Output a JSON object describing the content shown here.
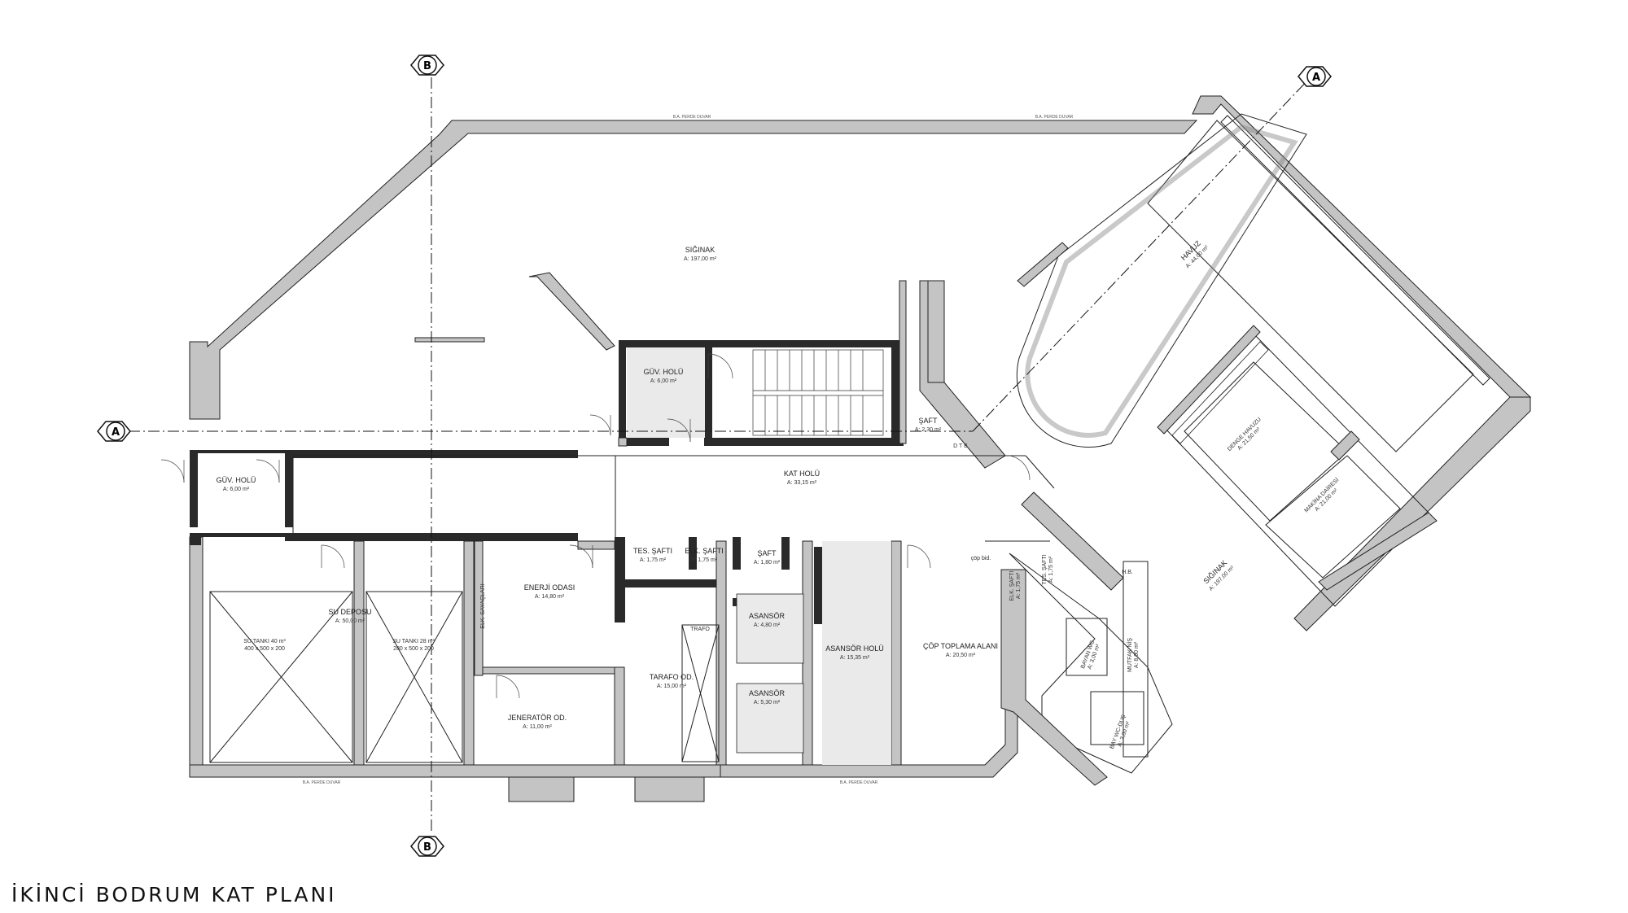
{
  "title": "İKİNCİ BODRUM KAT PLANI",
  "colors": {
    "wall": "#bdbdbd",
    "wall_dark": "#333333",
    "line": "#111111",
    "shaded": "#eaeaea"
  },
  "axes": {
    "a_label": "A",
    "b_label": "B"
  },
  "wall_note": "B.A. PERDE DUVAR",
  "rooms": {
    "siginak_main": {
      "name": "SIĞINAK",
      "area": "A: 197,00 m²"
    },
    "havuz": {
      "name": "HAVUZ",
      "area": "A: 44,00 m²"
    },
    "guv_holu_top": {
      "name": "GÜV. HOLÜ",
      "area": "A: 6,00 m²"
    },
    "guv_holu_left": {
      "name": "GÜV. HOLÜ",
      "area": "A: 6,00 m²"
    },
    "saft_top": {
      "name": "ŞAFT",
      "area": "A: 2,30 m²"
    },
    "dtb": {
      "name": "D T B",
      "area": ""
    },
    "kat_holu": {
      "name": "KAT HOLÜ",
      "area": "A: 33,15 m²"
    },
    "su_deposu": {
      "name": "SU DEPOSU",
      "area": "A: 50,00 m²"
    },
    "su_tanki_1": {
      "name": "SU TANKI 40 m³",
      "area": "400 x 500 x 200"
    },
    "su_tanki_2": {
      "name": "SU TANKI 28 m³",
      "area": "280 x 500 x 200"
    },
    "elk_sayaclari": {
      "name": "ELK. SAYAÇLARI",
      "area": ""
    },
    "enerji_odasi": {
      "name": "ENERJİ ODASI",
      "area": "A: 14,80 m²"
    },
    "tes_safti": {
      "name": "TES. ŞAFTI",
      "area": "A: 1,75 m²"
    },
    "elk_safti": {
      "name": "ELK. ŞAFTI",
      "area": "A: 1,75 m²"
    },
    "saft_mid": {
      "name": "ŞAFT",
      "area": "A: 1,80 m²"
    },
    "asansor_1": {
      "name": "ASANSÖR",
      "area": "A: 4,80 m²"
    },
    "asansor_2": {
      "name": "ASANSÖR",
      "area": "A: 5,30 m²"
    },
    "asansor_holu": {
      "name": "ASANSÖR HOLÜ",
      "area": "A: 15,35 m²"
    },
    "trafo": {
      "name": "TRAFO",
      "area": ""
    },
    "trafo_od": {
      "name": "TARAFO OD.",
      "area": "A: 15,00 m²"
    },
    "jenerator": {
      "name": "JENERATÖR OD.",
      "area": "A: 11,00 m²"
    },
    "cop_toplama": {
      "name": "ÇÖP TOPLAMA ALANI",
      "area": "A: 20,50 m²"
    },
    "cop_bidonu": {
      "name": "çöp bid.",
      "area": ""
    },
    "elk_safti_r": {
      "name": "ELK. ŞAFTI",
      "area": "A: 1,75 m²"
    },
    "tes_safti_r": {
      "name": "TES. ŞAFTI",
      "area": "A: 1,75 m²"
    },
    "hb": {
      "name": "H.B.",
      "area": ""
    },
    "mutfak": {
      "name": "MUTFAK NİŞ",
      "area": "A: 8,00 m²"
    },
    "bayan_wc": {
      "name": "BAYAN WC",
      "area": "A: 3,00 m²"
    },
    "bay_wc": {
      "name": "BAY WC-DUŞ",
      "area": "A: 3,60 m²"
    },
    "siginak_r": {
      "name": "SIĞINAK",
      "area": "A: 197,00 m²"
    },
    "denge_havuzu": {
      "name": "DENGE HAVUZU",
      "area": "A: 21,50 m²"
    },
    "makina_dairesi": {
      "name": "MAKİNA DAİRESİ",
      "area": "A: 21,00 m²"
    }
  }
}
